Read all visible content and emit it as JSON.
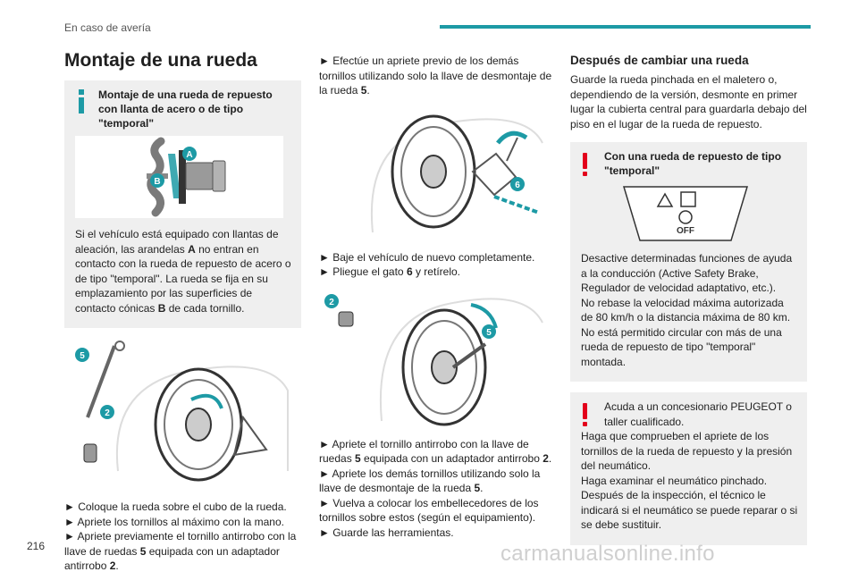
{
  "header": {
    "section": "En caso de avería"
  },
  "page_number": "216",
  "watermark": "carmanualsonline.info",
  "col1": {
    "title": "Montaje de una rueda",
    "info_heading": "Montaje de una rueda de repuesto con llanta de acero o de tipo \"temporal\"",
    "fig1_labels": {
      "a": "A",
      "b": "B"
    },
    "info_text": [
      {
        "t": "Si el vehículo está equipado con llantas de aleación, las arandelas "
      },
      {
        "b": "A"
      },
      {
        "t": " no entran en contacto con la rueda de repuesto de acero o de tipo \"temporal\". La rueda se fija en su emplazamiento por las superficies de contacto cónicas "
      },
      {
        "b": "B"
      },
      {
        "t": " de cada tornillo."
      }
    ],
    "fig2_labels": {
      "n5": "5",
      "n2": "2"
    },
    "steps": [
      "► Coloque la rueda sobre el cubo de la rueda.",
      "► Apriete los tornillos al máximo con la mano.",
      "► Apriete previamente el tornillo antirrobo con la llave de ruedas ",
      "5",
      " equipada con un adaptador antirrobo ",
      "2",
      "."
    ]
  },
  "col2": {
    "step1": [
      "► Efectúe un apriete previo de los demás tornillos utilizando solo la llave de desmontaje de la rueda ",
      "5",
      "."
    ],
    "fig3_label": "6",
    "step2": "► Baje el vehículo de nuevo completamente.",
    "step3": [
      "► Pliegue el gato ",
      "6",
      " y retírelo."
    ],
    "fig4_labels": {
      "n2": "2",
      "n5": "5"
    },
    "step4": [
      "► Apriete el tornillo antirrobo con la llave de ruedas ",
      "5",
      " equipada con un adaptador antirrobo ",
      "2",
      "."
    ],
    "step5": [
      "► Apriete los demás tornillos utilizando solo la llave de desmontaje de la rueda ",
      "5",
      "."
    ],
    "step6": "► Vuelva a colocar los embellecedores de los tornillos sobre estos (según el equipamiento).",
    "step7": "► Guarde las herramientas."
  },
  "col3": {
    "subtitle": "Después de cambiar una rueda",
    "intro": "Guarde la rueda pinchada en el maletero o, dependiendo de la versión, desmonte en primer lugar la cubierta central para guardarla debajo del piso en el lugar de la rueda de repuesto.",
    "warn1_heading": "Con una rueda de repuesto de tipo \"temporal\"",
    "panel_label": "OFF",
    "warn1_lines": [
      "Desactive determinadas funciones de ayuda a la conducción (Active Safety Brake, Regulador de velocidad adaptativo, etc.).",
      "No rebase la velocidad máxima autorizada de 80 km/h o la distancia máxima de 80 km.",
      "No está permitido circular con más de una rueda de repuesto de tipo \"temporal\" montada."
    ],
    "warn2_lines": [
      "Acuda a un concesionario PEUGEOT o taller cualificado.",
      "Haga que comprueben el apriete de los tornillos de la rueda de repuesto y la presión del neumático.",
      "Haga examinar el neumático pinchado.",
      "Después de la inspección, el técnico le indicará si el neumático se puede reparar o si se debe sustituir."
    ]
  },
  "colors": {
    "accent": "#1d9aa5",
    "warning": "#e3001b",
    "box_bg": "#efefef"
  }
}
